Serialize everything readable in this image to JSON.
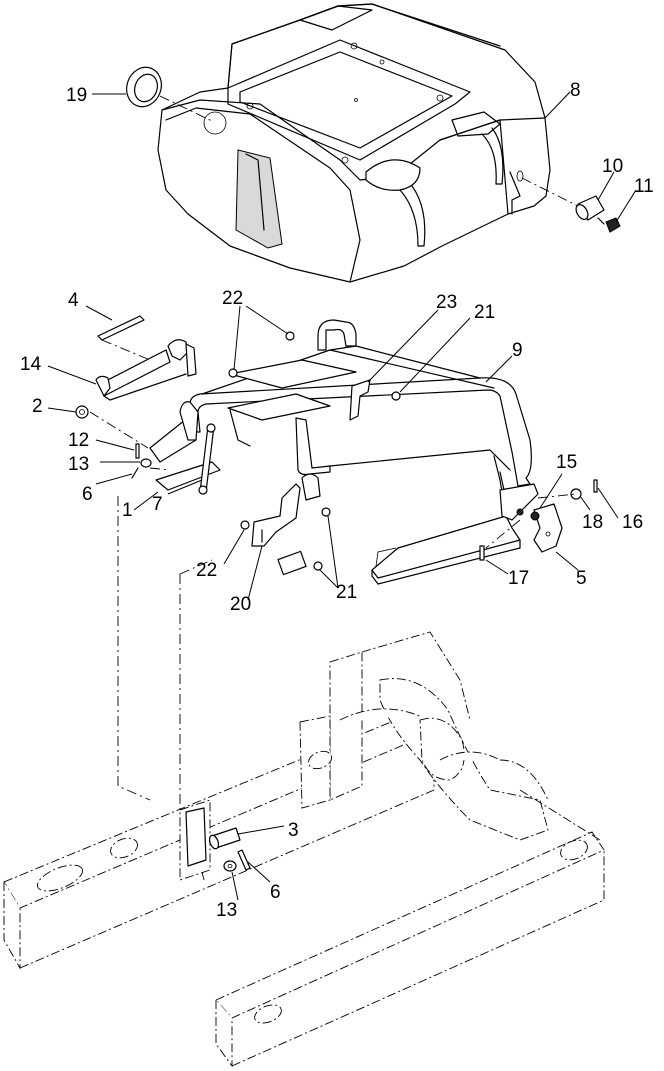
{
  "callouts": [
    {
      "id": "c19",
      "text": "19"
    },
    {
      "id": "c8",
      "text": "8"
    },
    {
      "id": "c10",
      "text": "10"
    },
    {
      "id": "c11",
      "text": "11"
    },
    {
      "id": "c4",
      "text": "4"
    },
    {
      "id": "c22a",
      "text": "22"
    },
    {
      "id": "c23",
      "text": "23"
    },
    {
      "id": "c21a",
      "text": "21"
    },
    {
      "id": "c9",
      "text": "9"
    },
    {
      "id": "c14",
      "text": "14"
    },
    {
      "id": "c2",
      "text": "2"
    },
    {
      "id": "c12",
      "text": "12"
    },
    {
      "id": "c13a",
      "text": "13"
    },
    {
      "id": "c6a",
      "text": "6"
    },
    {
      "id": "c1",
      "text": "1"
    },
    {
      "id": "c7",
      "text": "7"
    },
    {
      "id": "c15",
      "text": "15"
    },
    {
      "id": "c18",
      "text": "18"
    },
    {
      "id": "c16",
      "text": "16"
    },
    {
      "id": "c5",
      "text": "5"
    },
    {
      "id": "c17",
      "text": "17"
    },
    {
      "id": "c22b",
      "text": "22"
    },
    {
      "id": "c20",
      "text": "20"
    },
    {
      "id": "c21b",
      "text": "21"
    },
    {
      "id": "c3",
      "text": "3"
    },
    {
      "id": "c6b",
      "text": "6"
    },
    {
      "id": "c13b",
      "text": "13"
    }
  ]
}
